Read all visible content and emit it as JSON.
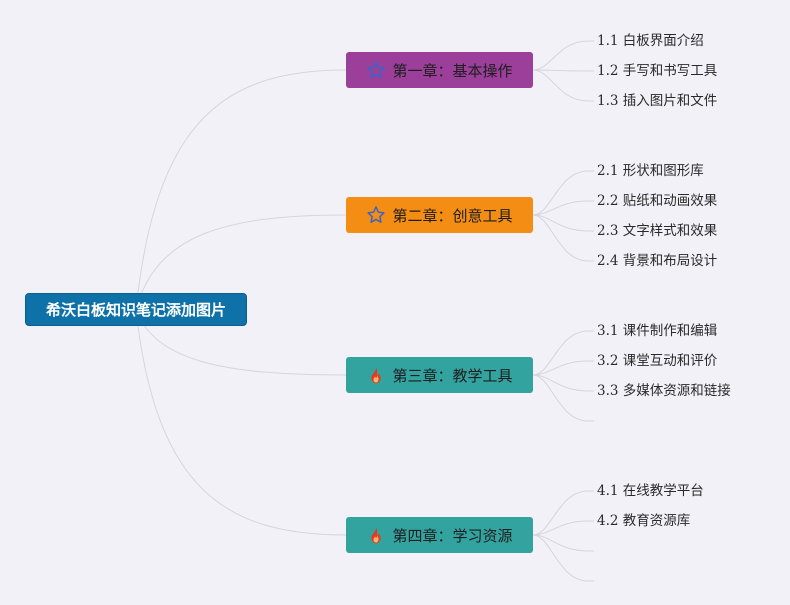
{
  "root": {
    "label": "希沃白板知识笔记添加图片"
  },
  "chapters": [
    {
      "label": "第一章：基本操作",
      "icon": "star-outline-icon",
      "color": "#9b3f9a",
      "items": [
        "1.1 白板界面介绍",
        "1.2 手写和书写工具",
        "1.3 插入图片和文件"
      ]
    },
    {
      "label": "第二章：创意工具",
      "icon": "star-outline-icon",
      "color": "#f48d13",
      "items": [
        "2.1 形状和图形库",
        "2.2 贴纸和动画效果",
        "2.3 文字样式和效果",
        "2.4 背景和布局设计"
      ]
    },
    {
      "label": "第三章：教学工具",
      "icon": "fire-icon",
      "color": "#33a3a0",
      "items": [
        "3.1 课件制作和编辑",
        "3.2 课堂互动和评价",
        "3.3 多媒体资源和链接",
        ""
      ]
    },
    {
      "label": "第四章：学习资源",
      "icon": "fire-icon",
      "color": "#33a3a0",
      "items": [
        "4.1 在线教学平台",
        "4.2 教育资源库",
        "",
        ""
      ]
    }
  ],
  "colors": {
    "background": "#f3f1f8",
    "root": "#0e72a8",
    "connector": "#d6d4dc",
    "star": "#3a64c8",
    "fire": "#e8391d"
  }
}
